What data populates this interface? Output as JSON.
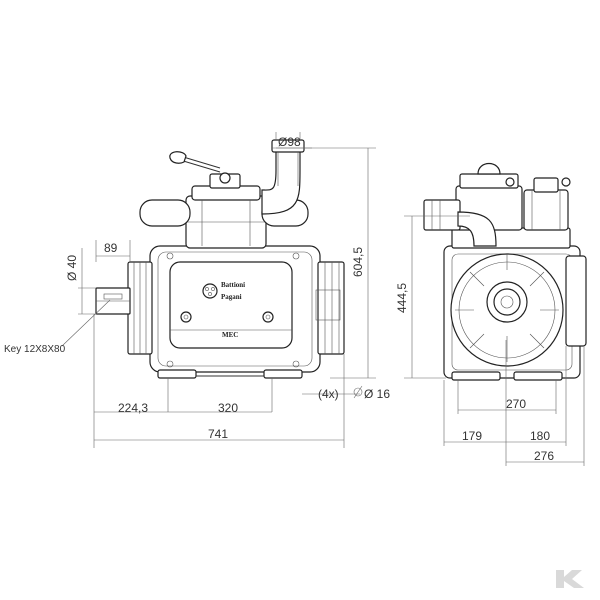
{
  "dimensions": {
    "d98": "Ø98",
    "d40": "Ø 40",
    "v89": "89",
    "v604": "604,5",
    "v444": "444,5",
    "key": "Key 12X8X80",
    "holes_prefix": "(4x)",
    "holes_value": "16",
    "v224": "224,3",
    "v320": "320",
    "v741": "741",
    "v270": "270",
    "v179": "179",
    "v180": "180",
    "v276": "276"
  },
  "nameplate": {
    "line1": "Battioni",
    "line2": "Pagani",
    "model": "MEC"
  },
  "brand_logo": {
    "icon": "kramp-k-logo",
    "color": "#d9d9d9"
  }
}
